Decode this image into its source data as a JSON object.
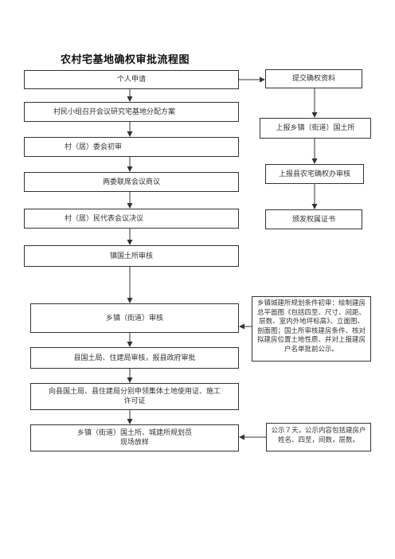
{
  "title": "农村宅基地确权审批流程图",
  "left_steps": [
    "个人申请",
    "村民小组召开会议研究宅基地分配方案",
    "村（居）委会初审",
    "两委联席会议商议",
    "村（居）民代表会议决议",
    "镇国土所审核",
    "乡镇（街道）审核",
    "县国土局、住建局审核，报县政府审批",
    "向县国土局、县住建局分别申领集体土地使用证、施工\n许可证",
    "乡镇（街道）国土所、城建所规划员\n现场放样"
  ],
  "right_steps": [
    "提交确权资料",
    "上报乡镇（街道）国土所",
    "上报县农宅确权办审核",
    "颁发权属证书"
  ],
  "notes": {
    "planning": "乡镇城建所规划条件初审：绘制建房总平面图《包括四至、尺寸、间距、层数、室内外地坪标高》、立面图、剖面图；国土所审核建房条件、核对拟建房位置土地性质、并对上报建房户名单批前公示。",
    "publicity": "公示７天，公示内容包括建房户姓名、四至，间数，层数。"
  }
}
